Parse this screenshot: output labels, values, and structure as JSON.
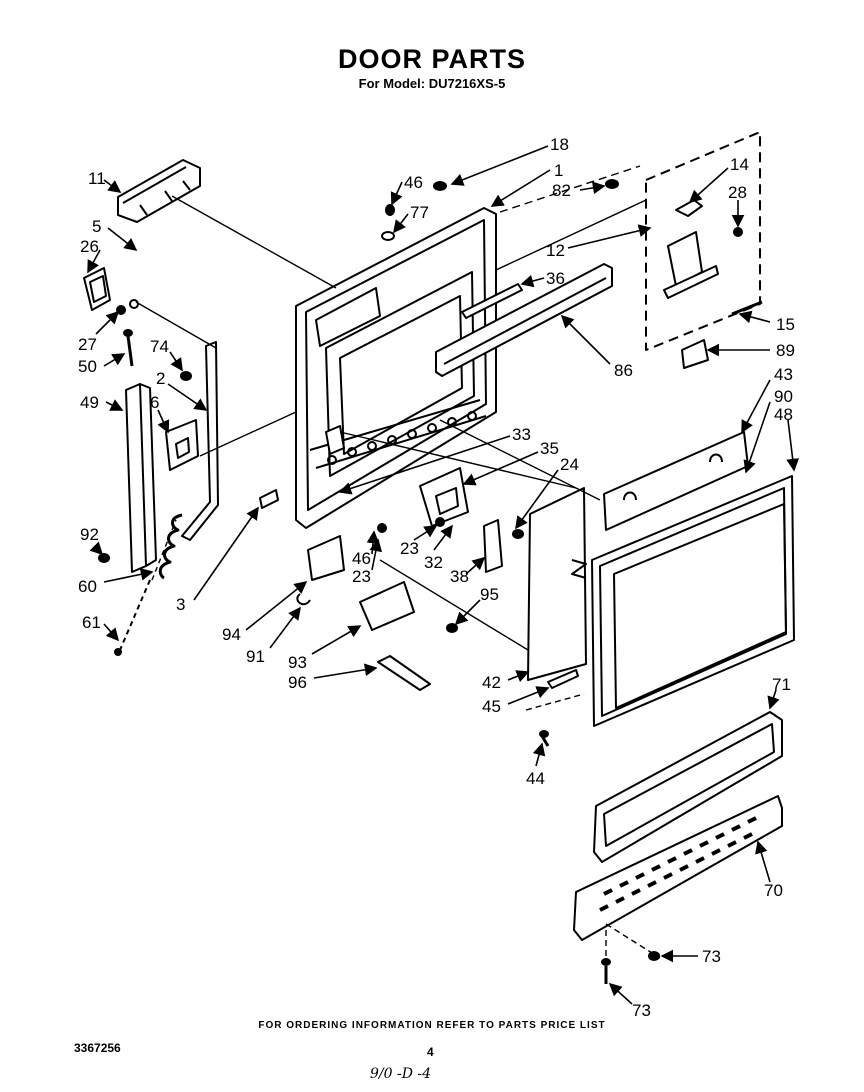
{
  "header": {
    "title": "DOOR PARTS",
    "subtitle": "For Model: DU7216XS-5"
  },
  "footer": {
    "ordering_note": "FOR ORDERING INFORMATION REFER TO PARTS PRICE LIST",
    "document_number": "3367256",
    "page_number": "4",
    "handwritten_note": "9/0 -D -4"
  },
  "callouts": {
    "c1": "1",
    "c2": "2",
    "c3": "3",
    "c5": "5",
    "c6": "6",
    "c11": "11",
    "c12": "12",
    "c14": "14",
    "c15": "15",
    "c18": "18",
    "c23a": "23",
    "c23b": "23",
    "c24": "24",
    "c26": "26",
    "c27": "27",
    "c28": "28",
    "c32": "32",
    "c33": "33",
    "c35": "35",
    "c36": "36",
    "c38": "38",
    "c42": "42",
    "c43": "43",
    "c44": "44",
    "c45": "45",
    "c46a": "46",
    "c46b": "46",
    "c48": "48",
    "c49": "49",
    "c50": "50",
    "c60": "60",
    "c61": "61",
    "c70": "70",
    "c71": "71",
    "c73a": "73",
    "c73b": "73",
    "c74": "74",
    "c77": "77",
    "c82": "82",
    "c86": "86",
    "c89": "89",
    "c90": "90",
    "c91": "91",
    "c92": "92",
    "c93": "93",
    "c94": "94",
    "c95": "95",
    "c96": "96"
  }
}
